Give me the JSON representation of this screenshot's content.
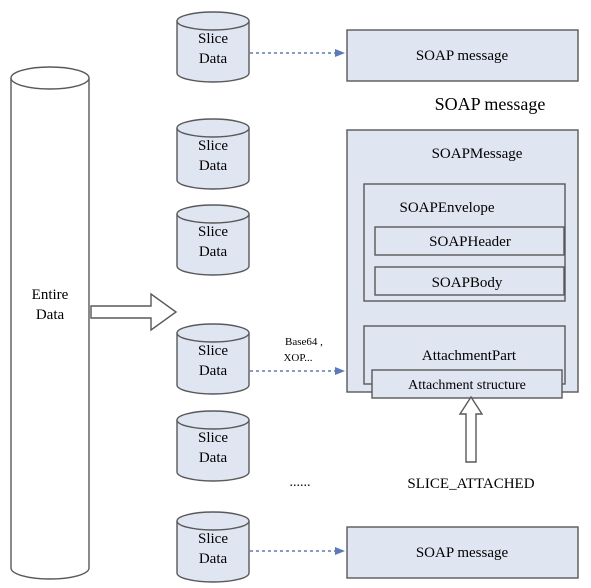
{
  "colors": {
    "fill": "#dfe5f1",
    "stroke": "#595959",
    "arrow": "#5b78c0"
  },
  "entire_data": {
    "line1": "Entire",
    "line2": "Data"
  },
  "slices": [
    {
      "line1": "Slice",
      "line2": "Data"
    },
    {
      "line1": "Slice",
      "line2": "Data"
    },
    {
      "line1": "Slice",
      "line2": "Data"
    },
    {
      "line1": "Slice",
      "line2": "Data"
    },
    {
      "line1": "Slice",
      "line2": "Data"
    },
    {
      "line1": "Slice",
      "line2": "Data"
    }
  ],
  "soap_message_top": "SOAP message",
  "soap_message_bottom": "SOAP message",
  "soap_message_heading": "SOAP message",
  "soap_message_panel": {
    "title": "SOAPMessage",
    "envelope": {
      "title": "SOAPEnvelope",
      "header": "SOAPHeader",
      "body": "SOAPBody"
    },
    "attachment": {
      "title": "AttachmentPart",
      "structure": "Attachment structure"
    }
  },
  "encoding_label": {
    "line1": "Base64 ,",
    "line2": "XOP..."
  },
  "ellipsis": "......",
  "slice_attached": "SLICE_ATTACHED"
}
